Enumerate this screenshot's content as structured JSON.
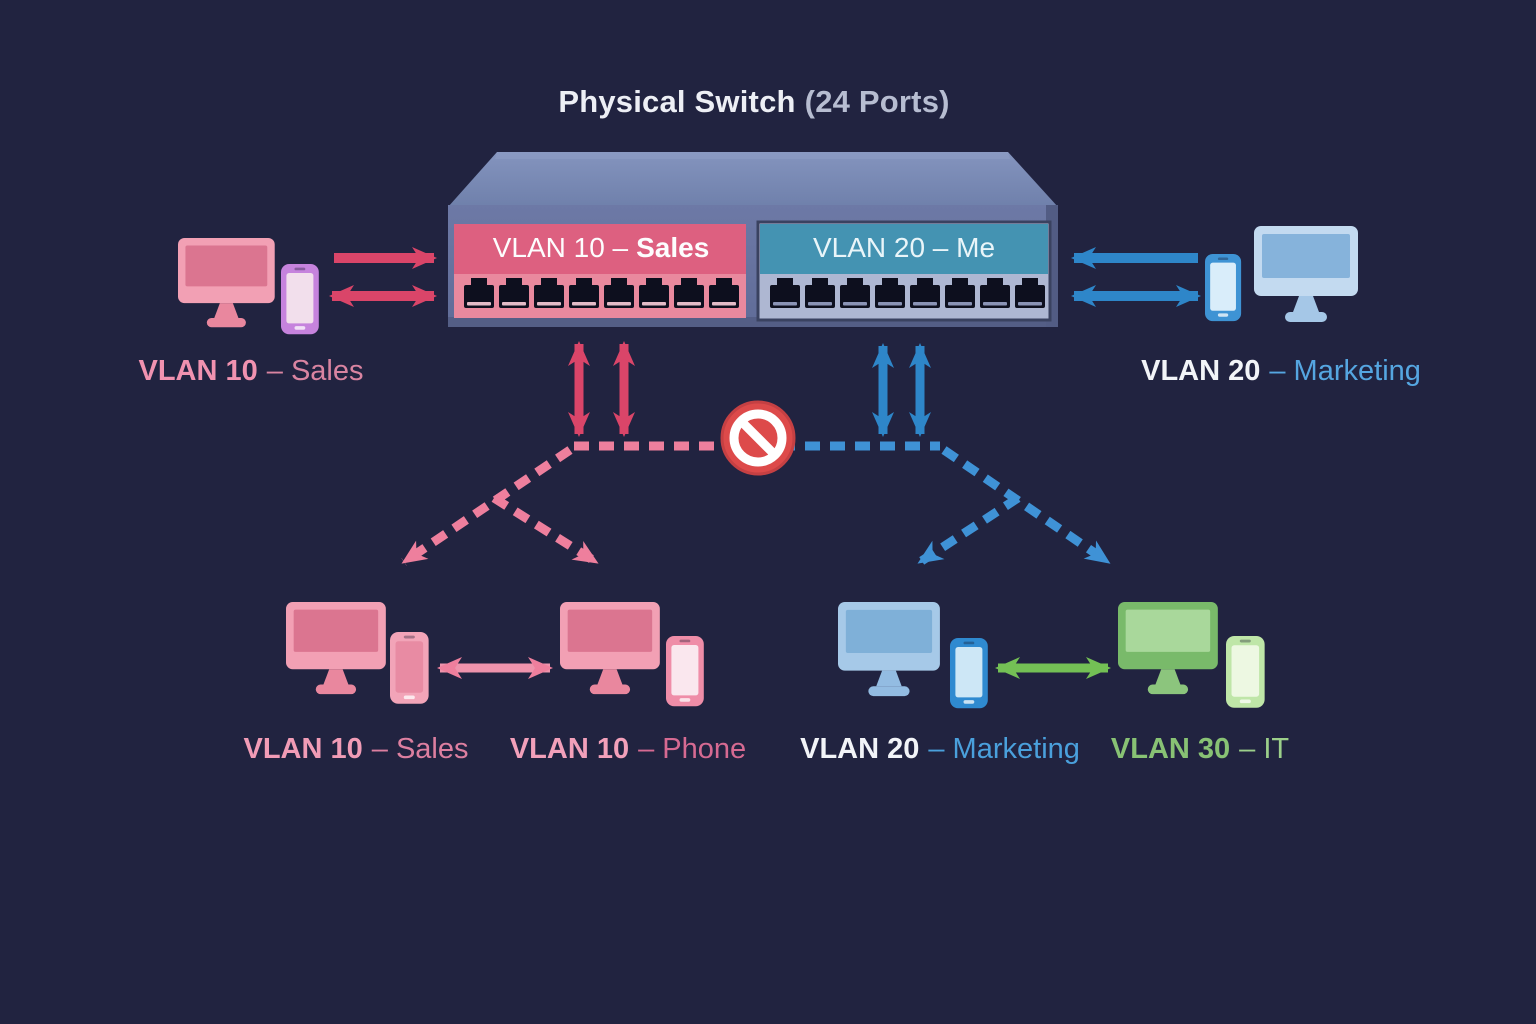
{
  "title": {
    "main": "Physical Switch",
    "suffix": "(24 Ports)"
  },
  "switch": {
    "total_ports": "24",
    "ports_per_section": 8,
    "left_banner": {
      "prefix": "VLAN 10 –",
      "bold": "Sales"
    },
    "right_banner": {
      "text": "VLAN 20 – Me"
    }
  },
  "labels": {
    "top_left": {
      "vlan": "VLAN 10",
      "dept": "– Sales"
    },
    "top_right": {
      "vlan": "VLAN 20",
      "dept": "– Marketing"
    },
    "bottom_1": {
      "vlan": "VLAN 10",
      "dept": "– Sales"
    },
    "bottom_2": {
      "vlan": "VLAN 10",
      "dept": "– Phone"
    },
    "bottom_3": {
      "vlan": "VLAN 20",
      "dept": "– Marketing"
    },
    "bottom_4": {
      "vlan": "VLAN 30",
      "dept": "– IT"
    }
  },
  "icons": {
    "blocked": "no-entry-prohibition-sign",
    "devices": [
      "desktop-monitor",
      "smartphone"
    ],
    "ports": "rj45-ethernet-port"
  },
  "colors": {
    "background": "#212340",
    "vlan10_pink": "#da4569",
    "vlan10_pink_light": "#ee7f9d",
    "vlan20_blue": "#2e86c9",
    "vlan20_blue_dash": "#3f92d6",
    "vlan30_green": "#74c055",
    "blocked_red": "#dd4a4a",
    "switch_top": "#7486b0",
    "switch_front": "#67739f",
    "banner_left_bg": "#dd6080",
    "banner_right_bg": "#4493b2",
    "ports_left_bg": "#e9899e",
    "ports_right_bg": "#aeb7d2",
    "title_white": "#edeff5"
  }
}
